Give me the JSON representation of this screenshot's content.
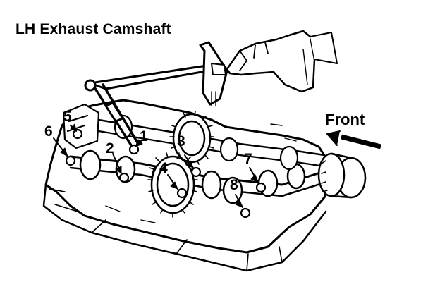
{
  "title": "LH Exhaust Camshaft",
  "direction_label": "Front",
  "bolt_numbers": [
    "1",
    "2",
    "3",
    "4",
    "5",
    "6",
    "7",
    "8"
  ]
}
